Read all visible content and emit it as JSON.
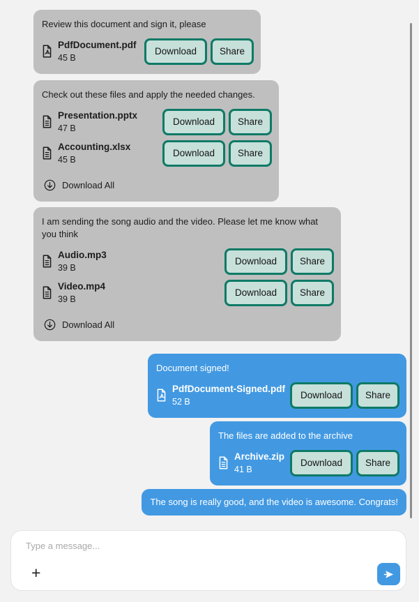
{
  "labels": {
    "download": "Download",
    "share": "Share",
    "download_all": "Download All"
  },
  "colors": {
    "background": "#f2f2f2",
    "incoming_bubble": "#bfbfbf",
    "outgoing_bubble": "#4299e2",
    "file_button_bg": "#c7e0da",
    "file_button_border": "#0e7a66",
    "send_button": "#4299e2"
  },
  "messages": [
    {
      "direction": "incoming",
      "text": "Review this document and sign it, please",
      "files": [
        {
          "icon": "pdf-file-icon",
          "name": "PdfDocument.pdf",
          "size": "45 B"
        }
      ]
    },
    {
      "direction": "incoming",
      "text": "Check out these files and apply the needed changes.",
      "files": [
        {
          "icon": "document-file-icon",
          "name": "Presentation.pptx",
          "size": "47 B"
        },
        {
          "icon": "document-file-icon",
          "name": "Accounting.xlsx",
          "size": "45 B"
        }
      ],
      "download_all": "Download All"
    },
    {
      "direction": "incoming",
      "text": "I am sending the song audio and the video. Please let me know what you think",
      "files": [
        {
          "icon": "document-file-icon",
          "name": "Audio.mp3",
          "size": "39 B"
        },
        {
          "icon": "document-file-icon",
          "name": "Video.mp4",
          "size": "39 B"
        }
      ],
      "download_all": "Download All"
    },
    {
      "direction": "outgoing",
      "text": "Document signed!",
      "files": [
        {
          "icon": "pdf-file-icon",
          "name": "PdfDocument-Signed.pdf",
          "size": "52 B"
        }
      ]
    },
    {
      "direction": "outgoing",
      "text": "The files are added to the archive",
      "files": [
        {
          "icon": "document-file-icon",
          "name": "Archive.zip",
          "size": "41 B"
        }
      ]
    },
    {
      "direction": "outgoing",
      "text": "The song is really good, and the video is awesome. Congrats!",
      "files": []
    }
  ],
  "composer": {
    "placeholder": "Type a message...",
    "attach_button": "+"
  }
}
